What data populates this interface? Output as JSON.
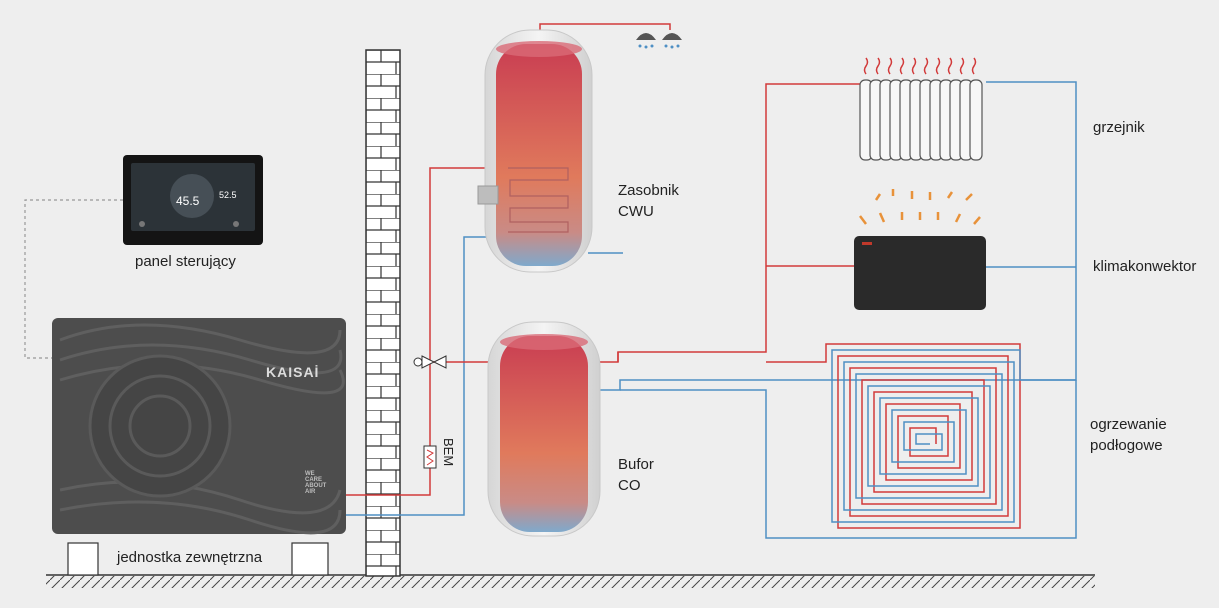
{
  "labels": {
    "control_panel": "panel sterujący",
    "outdoor_unit": "jednostka zewnętrzna",
    "dhw_tank_line1": "Zasobnik",
    "dhw_tank_line2": "CWU",
    "buffer_line1": "Bufor",
    "buffer_line2": "CO",
    "radiator": "grzejnik",
    "fan_coil": "klimakonwektor",
    "floor_heating_line1": "ogrzewanie",
    "floor_heating_line2": "podłogowe",
    "bem": "BEM"
  },
  "unit": {
    "brand": "KAISAİ",
    "slogan": [
      "WE",
      "CARE",
      "ABOUT",
      "AIR"
    ]
  },
  "panel_screen": {
    "main_temp": "45.5",
    "side_temp": "52.5"
  },
  "colors": {
    "supply_pipe": "#d23a3a",
    "return_pipe": "#4f8fc4",
    "background": "#eeeeee",
    "unit_body": "#4d4d4d"
  }
}
